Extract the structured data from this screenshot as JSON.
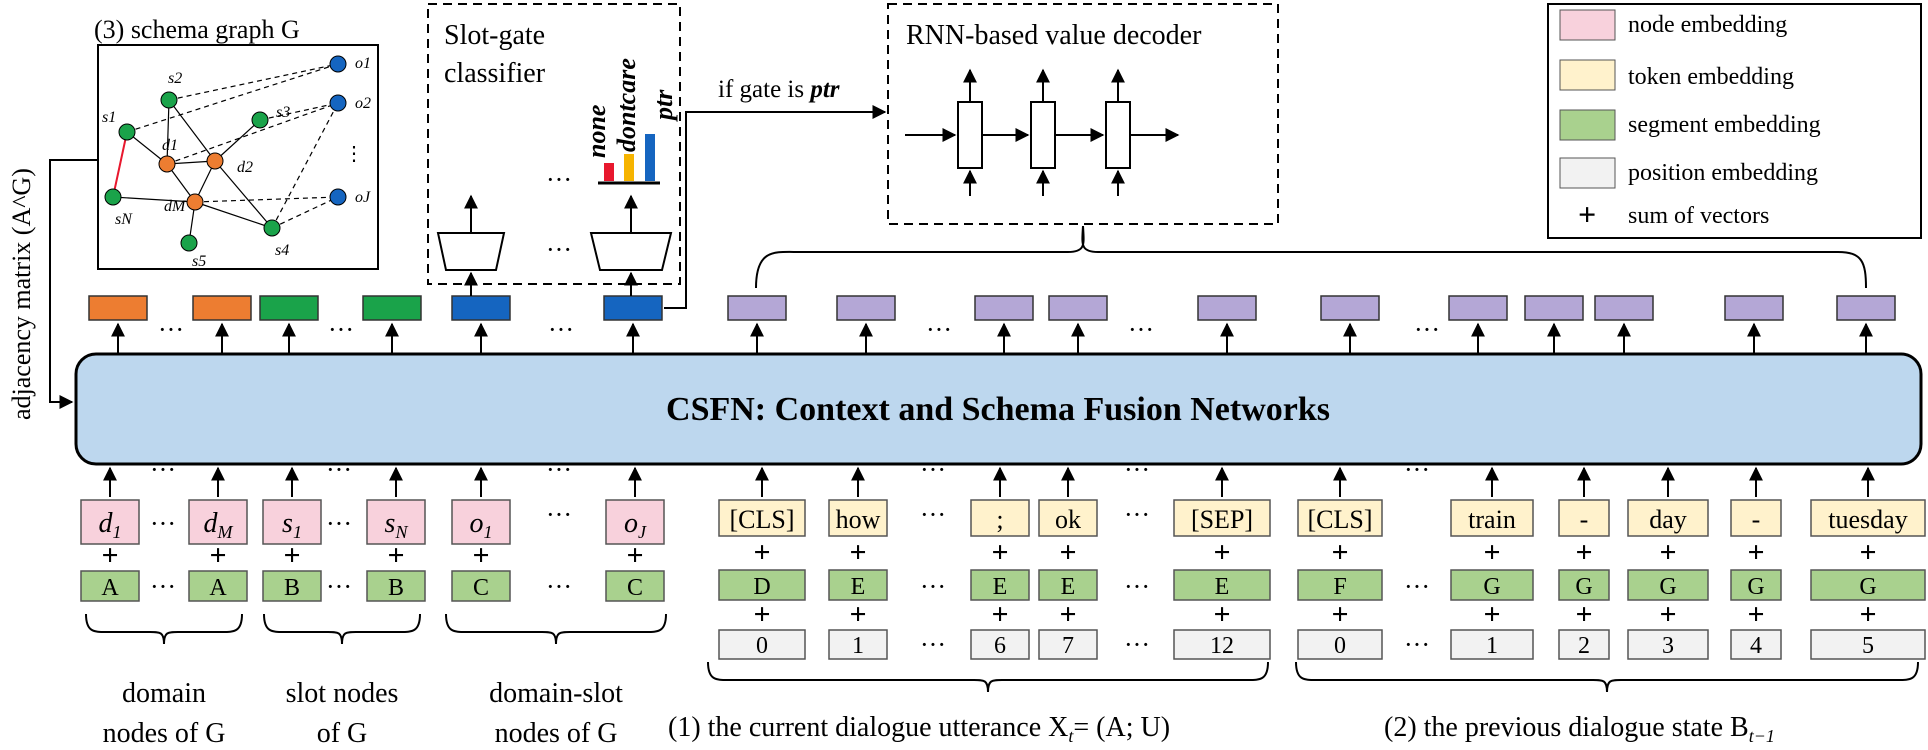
{
  "colors": {
    "node_embedding": "#f8d1dc",
    "token_embedding": "#fff2cc",
    "segment_embedding": "#a9d18e",
    "position_embedding": "#f2f2f2",
    "csfn_fill": "#bdd7ee",
    "domain_output": "#ed7d31",
    "slot_output": "#1aa34a",
    "slotgate_output": "#1565c0",
    "token_output": "#b4a7d6",
    "graph_slot": "#1aa34a",
    "graph_domain": "#ed7d31",
    "graph_domainslot": "#1565c0",
    "bar_none": "#e8182e",
    "bar_dontcare": "#f6b400",
    "bar_ptr": "#1565c0"
  },
  "legend": {
    "node_embedding": "node embedding",
    "token_embedding": "token embedding",
    "segment_embedding": "segment embedding",
    "position_embedding": "position embedding",
    "sum_symbol": "+",
    "sum_of_vectors": "sum of vectors"
  },
  "schema_graph": {
    "title": "(3) schema graph G",
    "nodes": {
      "s1": "s1",
      "s2": "s2",
      "s3": "s3",
      "s4": "s4",
      "s5": "s5",
      "sN": "sN",
      "d1": "d1",
      "d2": "d2",
      "dM": "dM",
      "o1": "o1",
      "o2": "o2",
      "oJ": "oJ",
      "vdots": "⋮"
    }
  },
  "adjacency_label": "adjacency matrix (A^G)",
  "slot_gate": {
    "title_line1": "Slot-gate",
    "title_line2": "classifier",
    "none": "none",
    "dontcare": "dontcare",
    "ptr": "ptr",
    "gate_condition_prefix": "if gate is ",
    "gate_condition_value": "ptr"
  },
  "decoder": {
    "title": "RNN-based value decoder"
  },
  "csfn": {
    "label": "CSFN: Context and Schema Fusion Networks"
  },
  "ellipsis": "···",
  "plus": "+",
  "schema_inputs": {
    "domain": {
      "first": "d1",
      "last": "dM",
      "segment": "A"
    },
    "slot": {
      "first": "s1",
      "last": "sN",
      "segment": "B"
    },
    "domain_slot": {
      "first": "o1",
      "last": "oJ",
      "segment": "C"
    }
  },
  "utterance_tokens": [
    {
      "token": "[CLS]",
      "segment": "D",
      "position": "0"
    },
    {
      "token": "how",
      "segment": "E",
      "position": "1"
    },
    {
      "token": ";",
      "segment": "E",
      "position": "6"
    },
    {
      "token": "ok",
      "segment": "E",
      "position": "7"
    },
    {
      "token": "[SEP]",
      "segment": "E",
      "position": "12"
    }
  ],
  "state_tokens": [
    {
      "token": "[CLS]",
      "segment": "F",
      "position": "0"
    },
    {
      "token": "train",
      "segment": "G",
      "position": "1"
    },
    {
      "token": "-",
      "segment": "G",
      "position": "2"
    },
    {
      "token": "day",
      "segment": "G",
      "position": "3"
    },
    {
      "token": "-",
      "segment": "G",
      "position": "4"
    },
    {
      "token": "tuesday",
      "segment": "G",
      "position": "5"
    }
  ],
  "group_labels": {
    "domain_line1": "domain",
    "domain_line2": "nodes of G",
    "slot_line1": "slot nodes",
    "slot_line2": "of G",
    "domainslot_line1": "domain-slot",
    "domainslot_line2": "nodes of G",
    "utterance_prefix": "(1) the current dialogue utterance X",
    "utterance_formula": "= (A; U)",
    "state_prefix": "(2) the previous dialogue state B",
    "state_subscript": "t−1"
  }
}
